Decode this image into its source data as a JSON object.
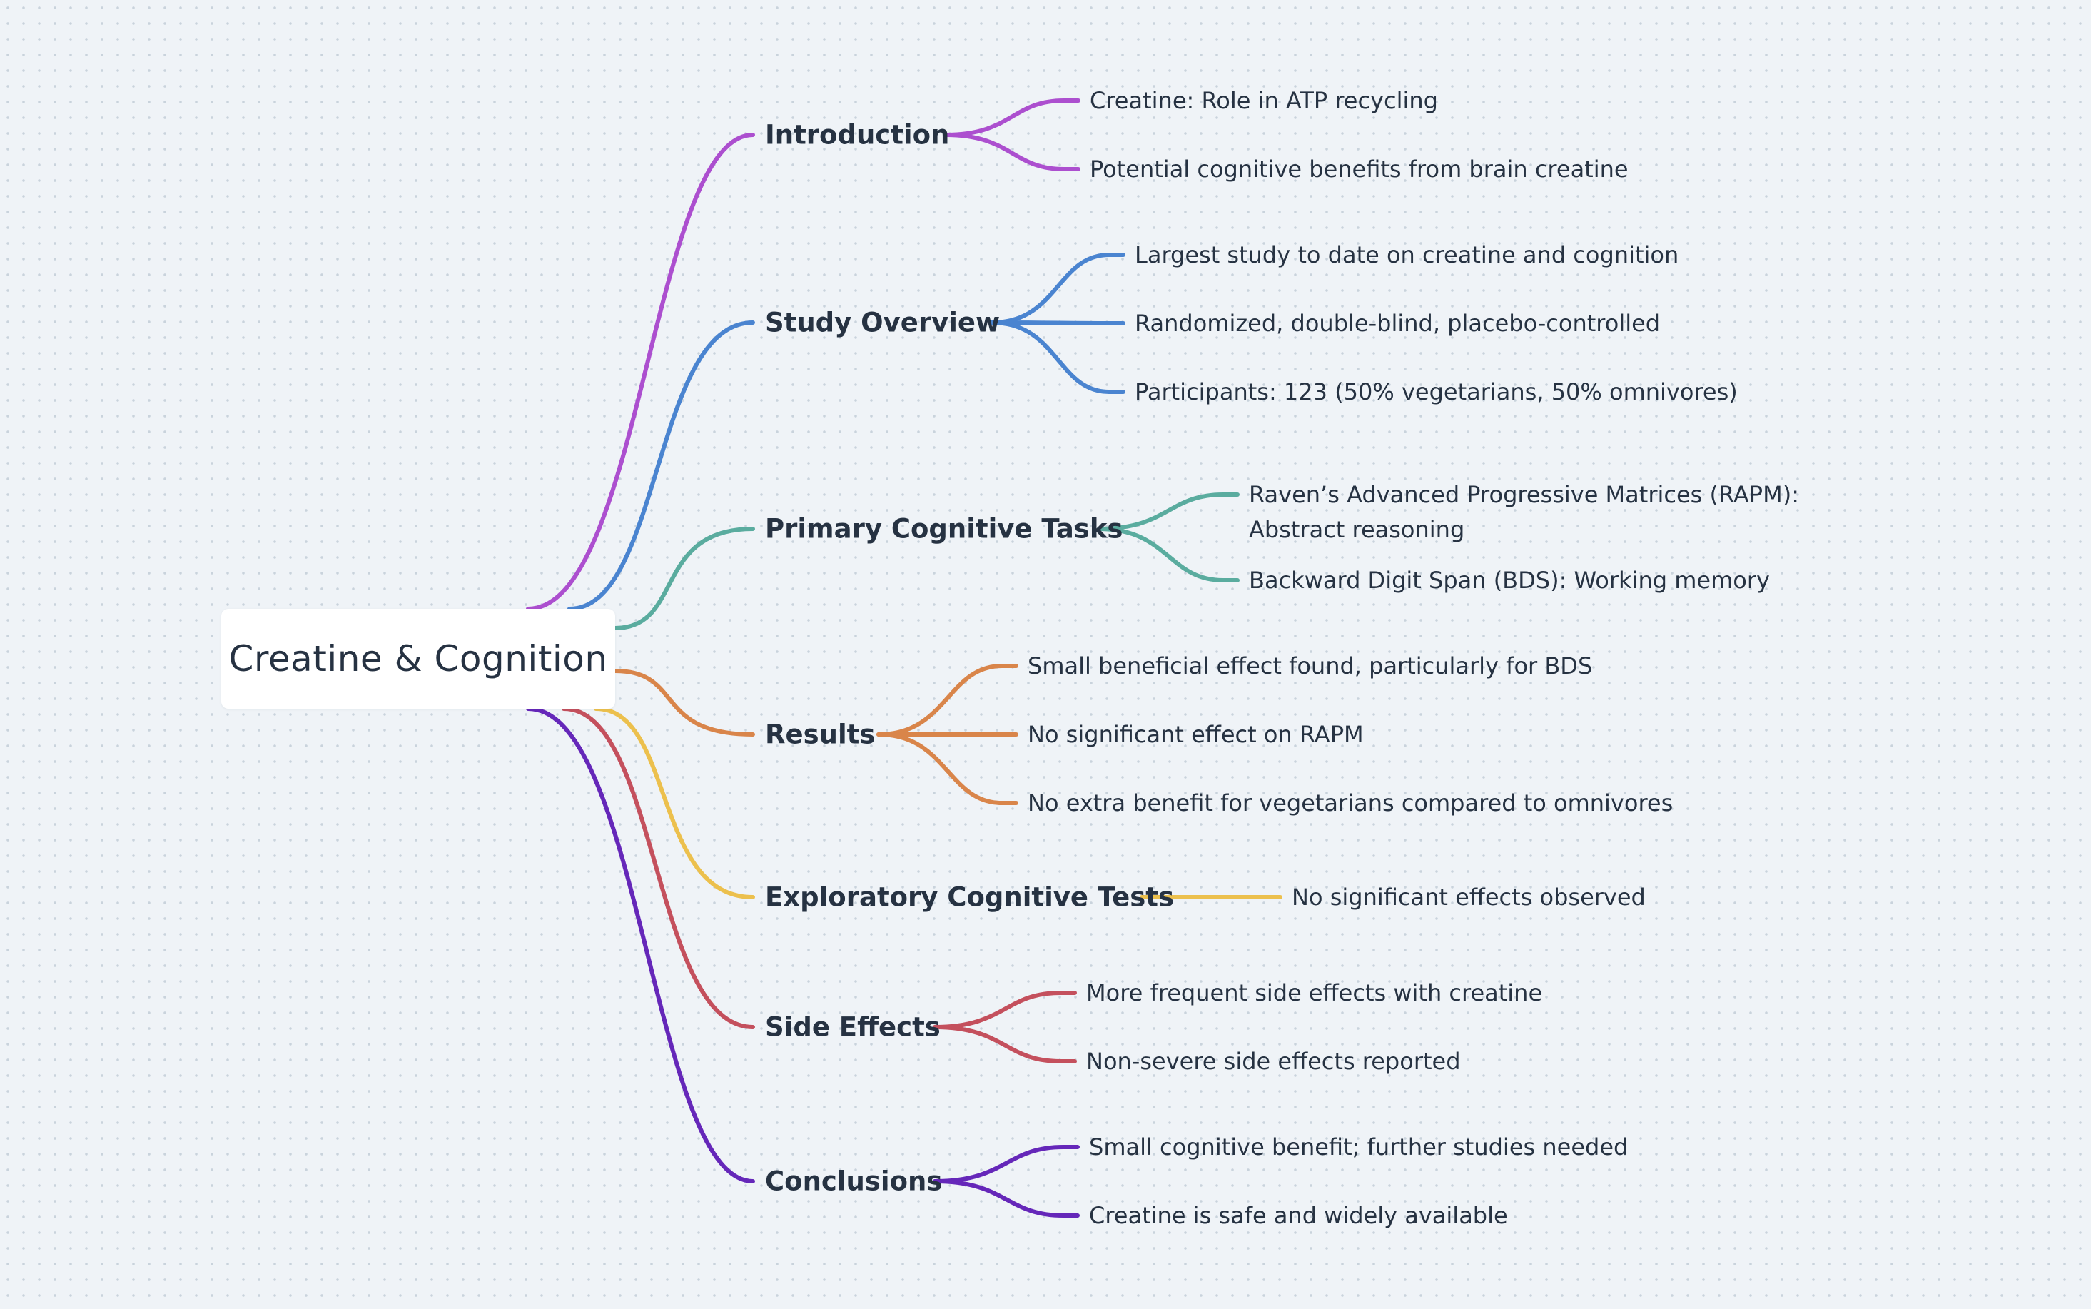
{
  "root": {
    "label": "Creatine & Cognition"
  },
  "branches": [
    {
      "label": "Introduction",
      "color": "#ac4fcf",
      "children": [
        "Creatine: Role in ATP recycling",
        "Potential cognitive benefits from brain creatine"
      ]
    },
    {
      "label": "Study Overview",
      "color": "#4a84d0",
      "children": [
        "Largest study to date on creatine and cognition",
        "Randomized, double-blind, placebo-controlled",
        "Participants: 123 (50% vegetarians, 50% omnivores)"
      ]
    },
    {
      "label": "Primary Cognitive Tasks",
      "color": "#5aac9f",
      "children": [
        "Raven’s Advanced Progressive Matrices (RAPM): Abstract reasoning",
        "Backward Digit Span (BDS): Working memory"
      ]
    },
    {
      "label": "Results",
      "color": "#d9854a",
      "children": [
        "Small beneficial effect found, particularly for BDS",
        "No significant effect on RAPM",
        "No extra benefit for vegetarians compared to omnivores"
      ]
    },
    {
      "label": "Exploratory Cognitive Tests",
      "color": "#ecc04d",
      "children": [
        "No significant effects observed"
      ]
    },
    {
      "label": "Side Effects",
      "color": "#c4505d",
      "children": [
        "More frequent side effects with creatine",
        "Non-severe side effects reported"
      ]
    },
    {
      "label": "Conclusions",
      "color": "#6527b9",
      "children": [
        "Small cognitive benefit; further studies needed",
        "Creatine is safe and widely available"
      ]
    }
  ]
}
